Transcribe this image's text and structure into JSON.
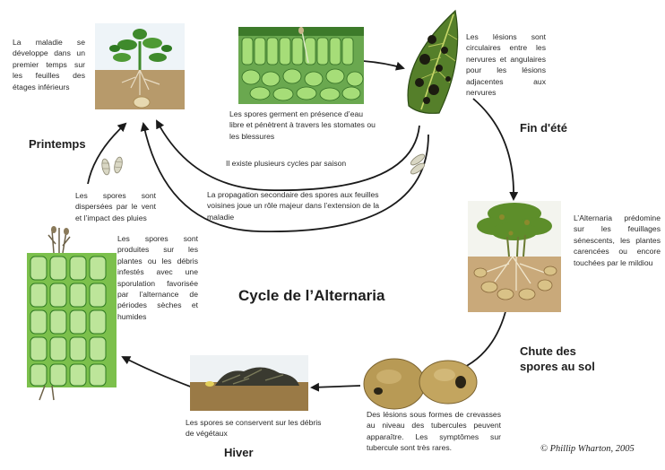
{
  "diagram": {
    "title": "Cycle de l’Alternaria",
    "seasons": {
      "spring": "Printemps",
      "late_summer": "Fin d'été",
      "spores_fall": "Chute des spores au sol",
      "winter": "Hiver"
    },
    "texts": {
      "disease_start": "La maladie se développe dans un premier temps sur les feuilles des étages inférieurs",
      "spores_germinate": "Les spores germent en présence d’eau libre et pénètrent à travers les stomates ou les blessures",
      "lesions": "Les lésions sont circulaires entre les nervures et angulaires pour les lésions adjacentes aux nervures",
      "several_cycles": "Il existe plusieurs cycles par saison",
      "secondary_spread": "La propagation secondaire des spores aux feuilles voisines joue un rôle majeur dans l’extension de la maladie",
      "dispersal": "Les spores sont dispersées par le vent et l’impact des pluies",
      "predominates": "L’Alternaria prédomine sur les feuillages sénescents, les plantes carencées ou encore touchées par le mildiou",
      "production": "Les spores sont produites sur les plantes ou les débris infestés avec une sporulation favorisée par l’alternance de périodes sèches et humides",
      "conservation": "Les spores se conservent sur les débris de végétaux",
      "tuber_lesions": "Des lésions sous formes de crevasses au niveau des tubercules peuvent apparaître. Les symptômes sur tubercule sont très rares."
    },
    "credit": "© Phillip Wharton, 2005"
  },
  "colors": {
    "leaf_green": "#3f8a2c",
    "cell_green": "#8fcf5a",
    "soil": "#8a6a3c",
    "tuber": "#c8a766",
    "arrow": "#1a1a1a"
  },
  "icons": [
    "potato-plant-icon",
    "leaf-tissue-icon",
    "infected-leaf-icon",
    "mature-plant-icon",
    "tubers-icon",
    "debris-icon",
    "cell-tissue-icon",
    "spore-icon"
  ]
}
